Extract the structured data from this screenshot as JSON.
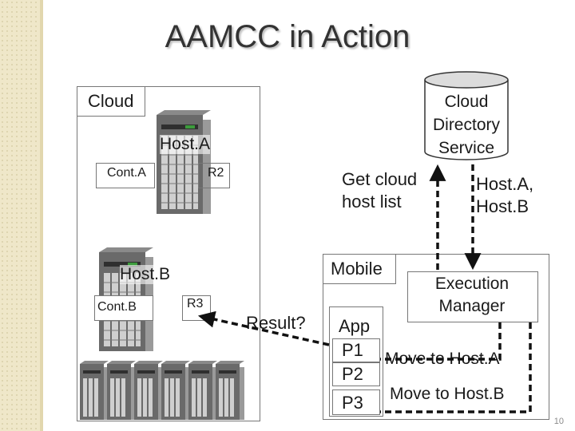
{
  "title": "AAMCC in Action",
  "labels": {
    "cloud": "Cloud",
    "directory_line1": "Cloud",
    "directory_line2": "Directory",
    "directory_line3": "Service",
    "host_a": "Host.A",
    "cont_a": "Cont.A",
    "r2": "R2",
    "host_b": "Host.B",
    "cont_b": "Cont.B",
    "r3": "R3",
    "get_cloud_line1": "Get cloud",
    "get_cloud_line2": "host list",
    "host_list_line1": "Host.A,",
    "host_list_line2": "Host.B",
    "mobile": "Mobile",
    "execution_line1": "Execution",
    "execution_line2": "Manager",
    "result": "Result?",
    "app": "App",
    "p1": "P1",
    "p2": "P2",
    "p3": "P3",
    "move_a": "Move to Host.A",
    "move_b": "Move to Host.B"
  },
  "slide_number": "10",
  "colors": {
    "sidebar": "#efe7c9",
    "title": "#333333",
    "arrow": "#111111"
  },
  "icons": [
    "server-tower-icon",
    "server-rack-icon",
    "database-cylinder-icon"
  ]
}
